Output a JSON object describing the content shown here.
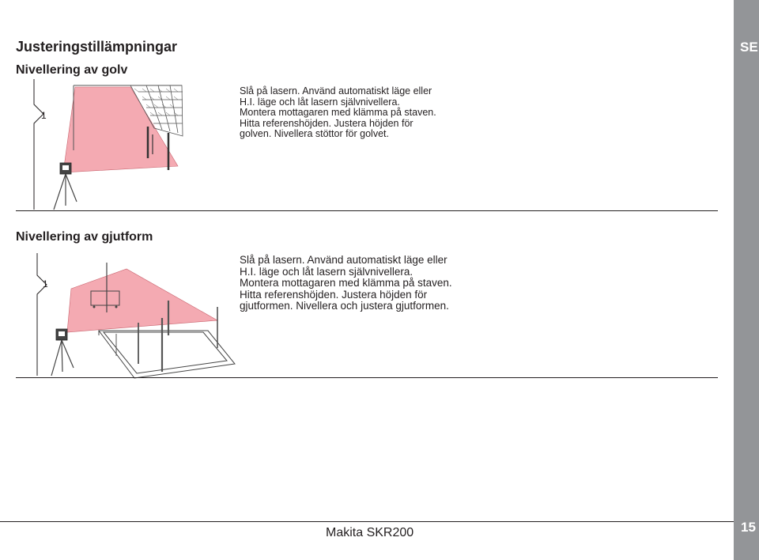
{
  "header": {
    "title": "Justeringstillämpningar",
    "language": "SE"
  },
  "section1": {
    "heading": "Nivellering av golv",
    "step_number": "1",
    "instruction": "Slå på lasern. Använd automatiskt läge eller\nH.I. läge och låt lasern självnivellera.\nMontera mottagaren med klämma på staven.\nHitta referenshöjden. Justera höjden för\ngolven. Nivellera stöttor för golvet."
  },
  "section2": {
    "heading": "Nivellering av gjutform",
    "step_number": "1",
    "instruction": "Slå på lasern. Använd automatiskt läge eller\nH.I. läge och låt lasern självnivellera.\nMontera mottagaren med klämma på staven.\nHitta referenshöjden. Justera höjden för\ngjutformen. Nivellera och justera gjutformen."
  },
  "footer": {
    "product": "Makita SKR200",
    "page_number": "15"
  },
  "colors": {
    "laser": "#f4aab2",
    "sidebar": "#939598"
  }
}
